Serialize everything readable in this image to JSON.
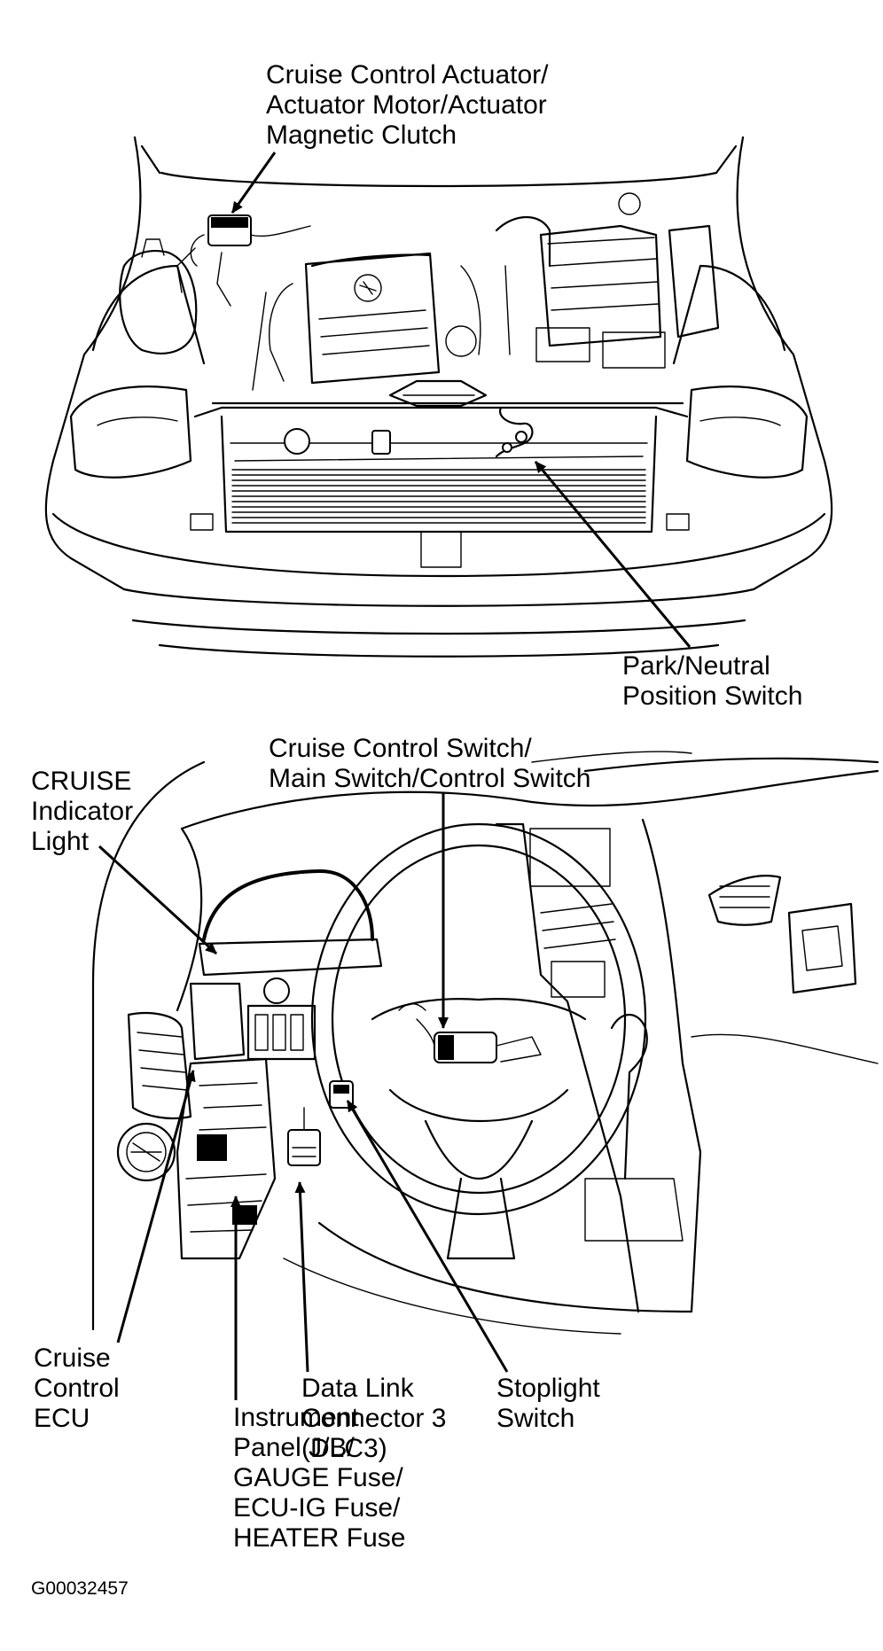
{
  "figure": {
    "id": "G00032457",
    "colors": {
      "ink": "#000000",
      "paper": "#ffffff"
    },
    "top_view": {
      "labels": {
        "actuator": [
          "Cruise Control Actuator/",
          "Actuator Motor/Actuator",
          "Magnetic Clutch"
        ],
        "park_neutral": [
          "Park/Neutral",
          "Position Switch"
        ]
      }
    },
    "bottom_view": {
      "labels": {
        "cruise_switch": [
          "Cruise Control Switch/",
          "Main Switch/Control Switch"
        ],
        "indicator": [
          "CRUISE",
          "Indicator",
          "Light"
        ],
        "stoplight": [
          "Stoplight",
          "Switch"
        ],
        "dlc3": [
          "Data Link",
          "Connector 3",
          "(DLC3)"
        ],
        "ecu": [
          "Cruise",
          "Control",
          "ECU"
        ],
        "jb": [
          "Instrument",
          "Panel J/B/",
          "GAUGE Fuse/",
          "ECU-IG Fuse/",
          "HEATER Fuse"
        ]
      }
    }
  }
}
